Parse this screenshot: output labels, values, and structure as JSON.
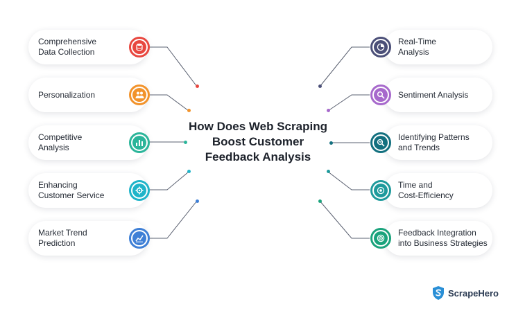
{
  "title": {
    "line1": "How Does Web Scraping",
    "line2": "Boost Customer",
    "line3": "Feedback Analysis"
  },
  "left_items": [
    {
      "label": "Comprehensive\nData Collection",
      "color": "#e8473f",
      "icon": "database-icon"
    },
    {
      "label": "Personalization",
      "color": "#f2932b",
      "icon": "people-icon"
    },
    {
      "label": "Competitive\nAnalysis",
      "color": "#2bb59a",
      "icon": "bar-chart-icon"
    },
    {
      "label": "Enhancing\nCustomer Service",
      "color": "#1fb4c9",
      "icon": "gear-icon"
    },
    {
      "label": "Market Trend\nPrediction",
      "color": "#3e7fd6",
      "icon": "trend-chart-icon"
    }
  ],
  "right_items": [
    {
      "label": "Real-Time\nAnalysis",
      "color": "#4b4f78",
      "icon": "clock-chart-icon"
    },
    {
      "label": "Sentiment Analysis",
      "color": "#a769cc",
      "icon": "magnifier-icon"
    },
    {
      "label": "Identifying Patterns\nand Trends",
      "color": "#13707f",
      "icon": "pattern-search-icon"
    },
    {
      "label": "Time and\nCost-Efficiency",
      "color": "#1e9a9c",
      "icon": "target-icon"
    },
    {
      "label": "Feedback Integration\ninto Business Strategies",
      "color": "#1aa37c",
      "icon": "bullseye-icon"
    }
  ],
  "brand": {
    "name": "ScrapeHero",
    "color": "#2a8fd6",
    "icon": "shield-s-icon"
  }
}
